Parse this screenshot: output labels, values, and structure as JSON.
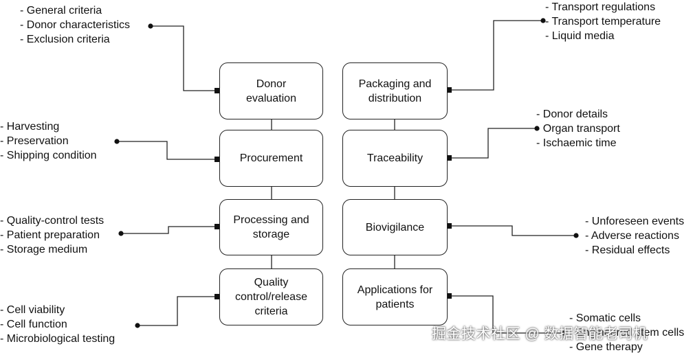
{
  "left_boxes": [
    {
      "label": "Donor\nevaluation"
    },
    {
      "label": "Procurement"
    },
    {
      "label": "Processing and\nstorage"
    },
    {
      "label": "Quality\ncontrol/release\ncriteria"
    }
  ],
  "right_boxes": [
    {
      "label": "Packaging and\ndistribution"
    },
    {
      "label": "Traceability"
    },
    {
      "label": "Biovigilance"
    },
    {
      "label": "Applications for\npatients"
    }
  ],
  "left_lists": [
    [
      "- General criteria",
      "- Donor characteristics",
      "- Exclusion criteria"
    ],
    [
      "- Harvesting",
      "- Preservation",
      "- Shipping condition"
    ],
    [
      "- Quality-control tests",
      "- Patient preparation",
      "- Storage medium"
    ],
    [
      "- Cell viability",
      "- Cell function",
      "- Microbiological testing"
    ]
  ],
  "right_lists": [
    [
      "- Transport regulations",
      "- Transport temperature",
      "- Liquid media"
    ],
    [
      "- Donor details",
      "- Organ transport",
      "- Ischaemic time"
    ],
    [
      "- Unforeseen events",
      "- Adverse reactions",
      "- Residual effects"
    ],
    [
      "- Somatic cells",
      "- Engineered stem cells",
      "- Gene therapy"
    ]
  ],
  "watermark": "掘金技术社区 @ 数据智能老司机"
}
